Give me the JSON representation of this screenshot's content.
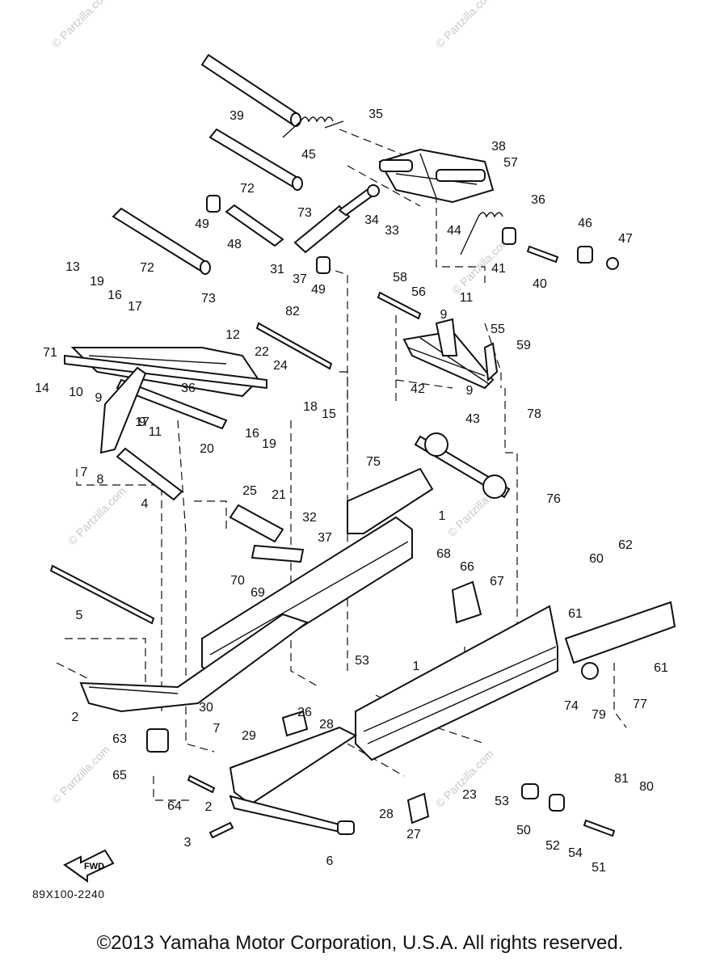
{
  "watermark": "© Partzilla.com",
  "diagram_code": "89X100-2240",
  "fwd_label": "FWD",
  "copyright": "©2013 Yamaha Motor Corporation, U.S.A. All rights reserved.",
  "labels": [
    "39",
    "35",
    "45",
    "38",
    "57",
    "72",
    "36",
    "73",
    "34",
    "46",
    "47",
    "49",
    "48",
    "33",
    "44",
    "41",
    "40",
    "31",
    "37",
    "49",
    "13",
    "19",
    "16",
    "17",
    "72",
    "73",
    "58",
    "56",
    "11",
    "9",
    "55",
    "71",
    "82",
    "59",
    "12",
    "22",
    "24",
    "42",
    "9",
    "14",
    "36",
    "43",
    "10",
    "9",
    "17",
    "18",
    "15",
    "78",
    "9",
    "11",
    "16",
    "19",
    "20",
    "7",
    "8",
    "21",
    "75",
    "76",
    "4",
    "25",
    "32",
    "37",
    "1",
    "68",
    "66",
    "67",
    "62",
    "60",
    "70",
    "69",
    "61",
    "5",
    "53",
    "1",
    "61",
    "74",
    "30",
    "77",
    "79",
    "2",
    "26",
    "28",
    "63",
    "29",
    "7",
    "81",
    "80",
    "65",
    "23",
    "53",
    "64",
    "2",
    "28",
    "50",
    "27",
    "52",
    "54",
    "3",
    "6",
    "51"
  ]
}
